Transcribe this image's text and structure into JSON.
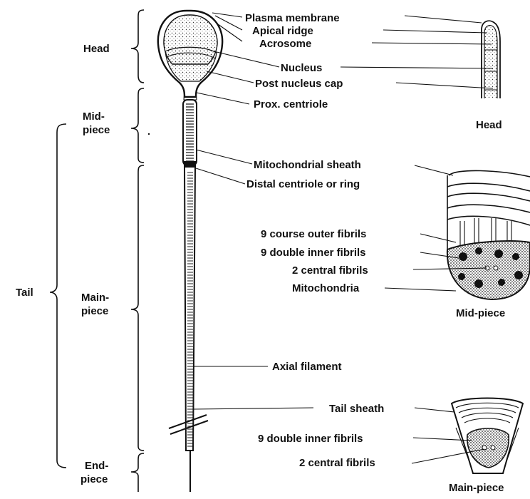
{
  "diagram": {
    "side_labels": {
      "head": "Head",
      "midpiece_line1": "Mid-",
      "midpiece_line2": "piece",
      "tail": "Tail",
      "mainpiece_line1": "Main-",
      "mainpiece_line2": "piece",
      "endpiece_line1": "End-",
      "endpiece_line2": "piece"
    },
    "labels": {
      "plasma_membrane": "Plasma membrane",
      "apical_ridge": "Apical ridge",
      "acrosome": "Acrosome",
      "nucleus": "Nucleus",
      "post_nucleus_cap": "Post nucleus cap",
      "prox_centriole": "Prox. centriole",
      "mitochondrial_sheath": "Mitochondrial sheath",
      "distal_centriole": "Distal centriole or ring",
      "course_outer_fibrils": "9 course outer fibrils",
      "double_inner_fibrils_mid": "9 double inner fibrils",
      "central_fibrils_mid": "2 central fibrils",
      "mitochondria": "Mitochondria",
      "axial_filament": "Axial filament",
      "tail_sheath": "Tail sheath",
      "double_inner_fibrils_main": "9 double inner fibrils",
      "central_fibrils_main": "2 central fibrils"
    },
    "captions": {
      "head_detail": "Head",
      "midpiece_detail": "Mid-piece",
      "mainpiece_detail": "Main-piece"
    }
  }
}
